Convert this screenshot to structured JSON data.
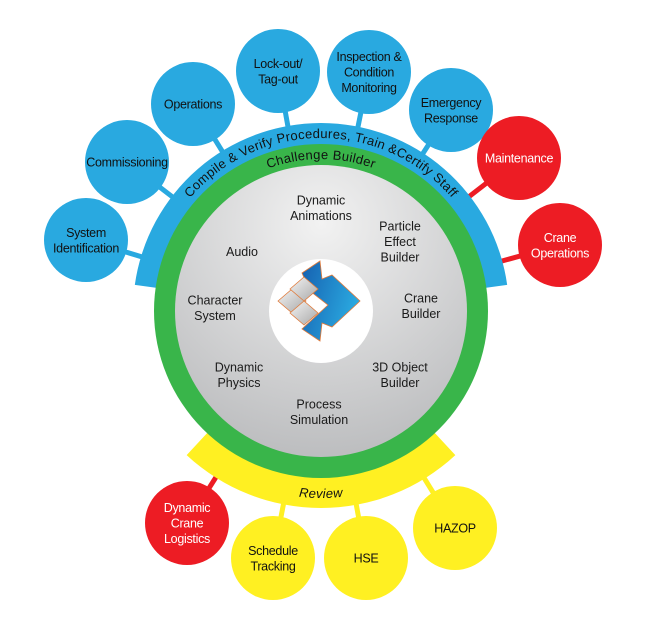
{
  "colors": {
    "blue": "#29A9E0",
    "red": "#ED1C24",
    "yellow": "#FFF022",
    "green": "#39B54A",
    "grey_light": "#EDEDED",
    "grey_dark": "#BDBEC0",
    "text_dark": "#111111",
    "text_light": "#FFFFFF"
  },
  "rings": {
    "outer_top_label": "Compile & Verify Procedures, Train &Certify Staff",
    "green_label": "Challenge Builder",
    "bottom_label": "Review"
  },
  "core_items": [
    {
      "id": "dynamic-animations",
      "lines": [
        "Dynamic",
        "Animations"
      ]
    },
    {
      "id": "particle-effect-builder",
      "lines": [
        "Particle",
        "Effect",
        "Builder"
      ]
    },
    {
      "id": "crane-builder",
      "lines": [
        "Crane",
        "Builder"
      ]
    },
    {
      "id": "3d-object-builder",
      "lines": [
        "3D Object",
        "Builder"
      ]
    },
    {
      "id": "process-simulation",
      "lines": [
        "Process",
        "Simulation"
      ]
    },
    {
      "id": "dynamic-physics",
      "lines": [
        "Dynamic",
        "Physics"
      ]
    },
    {
      "id": "character-system",
      "lines": [
        "Character",
        "System"
      ]
    },
    {
      "id": "audio",
      "lines": [
        "Audio"
      ]
    }
  ],
  "center_logo": {
    "icon": "arrow-logo-icon"
  },
  "bubbles": [
    {
      "id": "system-identification",
      "lines": [
        "System",
        "Identification"
      ],
      "color": "blue"
    },
    {
      "id": "commissioning",
      "lines": [
        "Commissioning"
      ],
      "color": "blue"
    },
    {
      "id": "operations",
      "lines": [
        "Operations"
      ],
      "color": "blue"
    },
    {
      "id": "lock-out-tag-out",
      "lines": [
        "Lock-out/",
        "Tag-out"
      ],
      "color": "blue"
    },
    {
      "id": "inspection-condition-monitoring",
      "lines": [
        "Inspection &",
        "Condition",
        "Monitoring"
      ],
      "color": "blue"
    },
    {
      "id": "emergency-response",
      "lines": [
        "Emergency",
        "Response"
      ],
      "color": "blue"
    },
    {
      "id": "maintenance",
      "lines": [
        "Maintenance"
      ],
      "color": "red"
    },
    {
      "id": "crane-operations",
      "lines": [
        "Crane",
        "Operations"
      ],
      "color": "red"
    },
    {
      "id": "dynamic-crane-logistics",
      "lines": [
        "Dynamic",
        "Crane",
        "Logistics"
      ],
      "color": "red"
    },
    {
      "id": "schedule-tracking",
      "lines": [
        "Schedule",
        "Tracking"
      ],
      "color": "yellow"
    },
    {
      "id": "hse",
      "lines": [
        "HSE"
      ],
      "color": "yellow"
    },
    {
      "id": "hazop",
      "lines": [
        "HAZOP"
      ],
      "color": "yellow"
    }
  ]
}
